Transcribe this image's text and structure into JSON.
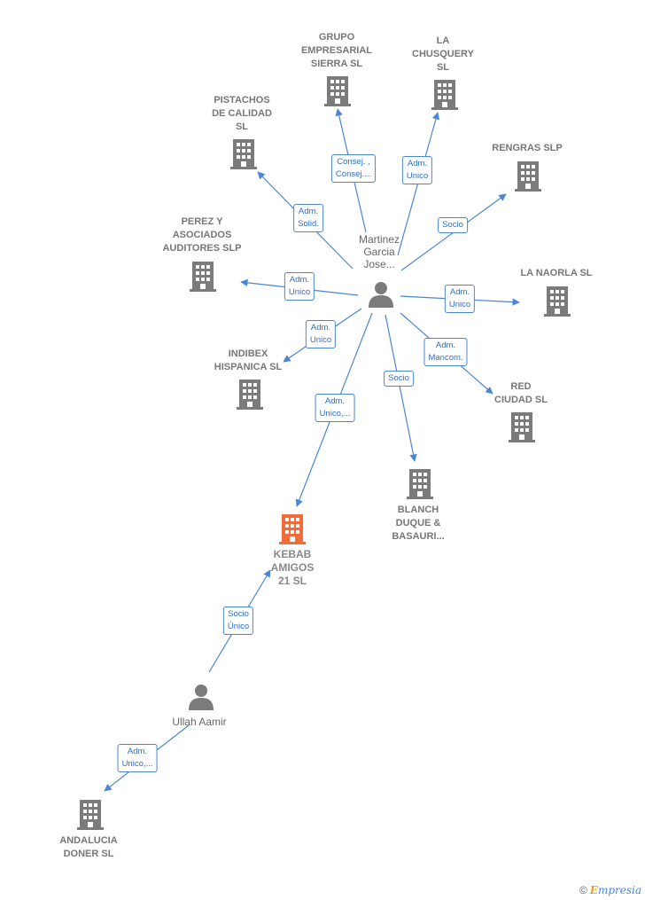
{
  "colors": {
    "edge": "#4a86d6",
    "building": "#7b7b7b",
    "focus_building": "#f26b3a",
    "person": "#7b7b7b"
  },
  "nodes": {
    "grupo_empresarial": {
      "label": "GRUPO\nEMPRESARIAL\nSIERRA SL"
    },
    "la_chusquery": {
      "label": "LA\nCHUSQUERY\nSL"
    },
    "pistachos": {
      "label": "PISTACHOS\nDE CALIDAD\nSL"
    },
    "rengras": {
      "label": "RENGRAS  SLP"
    },
    "perez": {
      "label": "PEREZ Y\nASOCIADOS\nAUDITORES SLP"
    },
    "la_naorla": {
      "label": "LA NAORLA  SL"
    },
    "indibex": {
      "label": "INDIBEX\nHISPANICA  SL"
    },
    "red_ciudad": {
      "label": "RED\nCIUDAD  SL"
    },
    "blanch": {
      "label": "BLANCH\nDUQUE &\nBASAURI..."
    },
    "kebab": {
      "label": "KEBAB\nAMIGOS\n21  SL"
    },
    "andalucia": {
      "label": "ANDALUCIA\nDONER  SL"
    }
  },
  "people": {
    "martinez": {
      "name": "Martinez\nGarcia\nJose..."
    },
    "ullah": {
      "name": "Ullah Aamir"
    }
  },
  "edges": {
    "grupo": "Consej. ,\nConsej....",
    "chusquery": "Adm.\nUnico",
    "pistachos": "Adm.\nSolid.",
    "rengras": "Socio",
    "perez": "Adm.\nUnico",
    "naorla": "Adm.\nUnico",
    "indibex": "Adm.\nUnico",
    "red": "Adm.\nMancom.",
    "blanch": "Socio",
    "kebab": "Adm.\nUnico,...",
    "ullah_kebab": "Socio\nÚnico",
    "ullah_andalucia": "Adm.\nUnico,..."
  },
  "footer": {
    "copyright": "©",
    "brand_initial": "E",
    "brand_rest": "mpresia"
  }
}
